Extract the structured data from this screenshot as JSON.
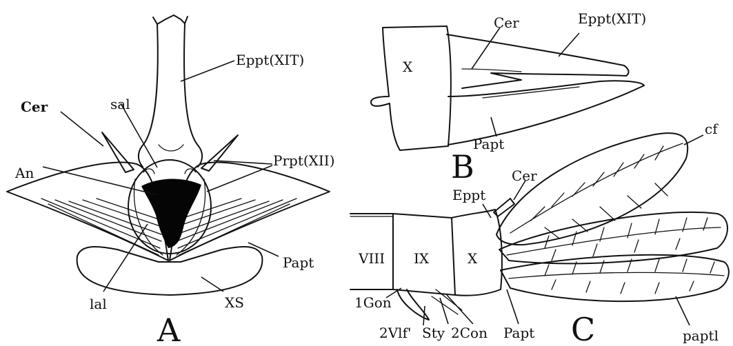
{
  "panels": {
    "A": {
      "letter": "A",
      "labels": {
        "eppt": "Eppt(XIT)",
        "cer": "Cer",
        "sal": "sal",
        "an": "An",
        "prpt": "Prpt(XII)",
        "papt": "Papt",
        "lal": "lal",
        "xs": "XS"
      }
    },
    "B": {
      "letter": "B",
      "labels": {
        "x": "X",
        "cer": "Cer",
        "eppt": "Eppt(XIT)",
        "papt": "Papt"
      }
    },
    "C": {
      "letter": "C",
      "labels": {
        "cf": "cf",
        "cer": "Cer",
        "eppt": "Eppt",
        "viii": "VIII",
        "ix": "IX",
        "x": "X",
        "gon1": "1Gon",
        "vlf2": "2Vlf'",
        "sty": "Sty",
        "gon2": "2Con",
        "papt": "Papt",
        "paptl": "paptl"
      }
    }
  }
}
